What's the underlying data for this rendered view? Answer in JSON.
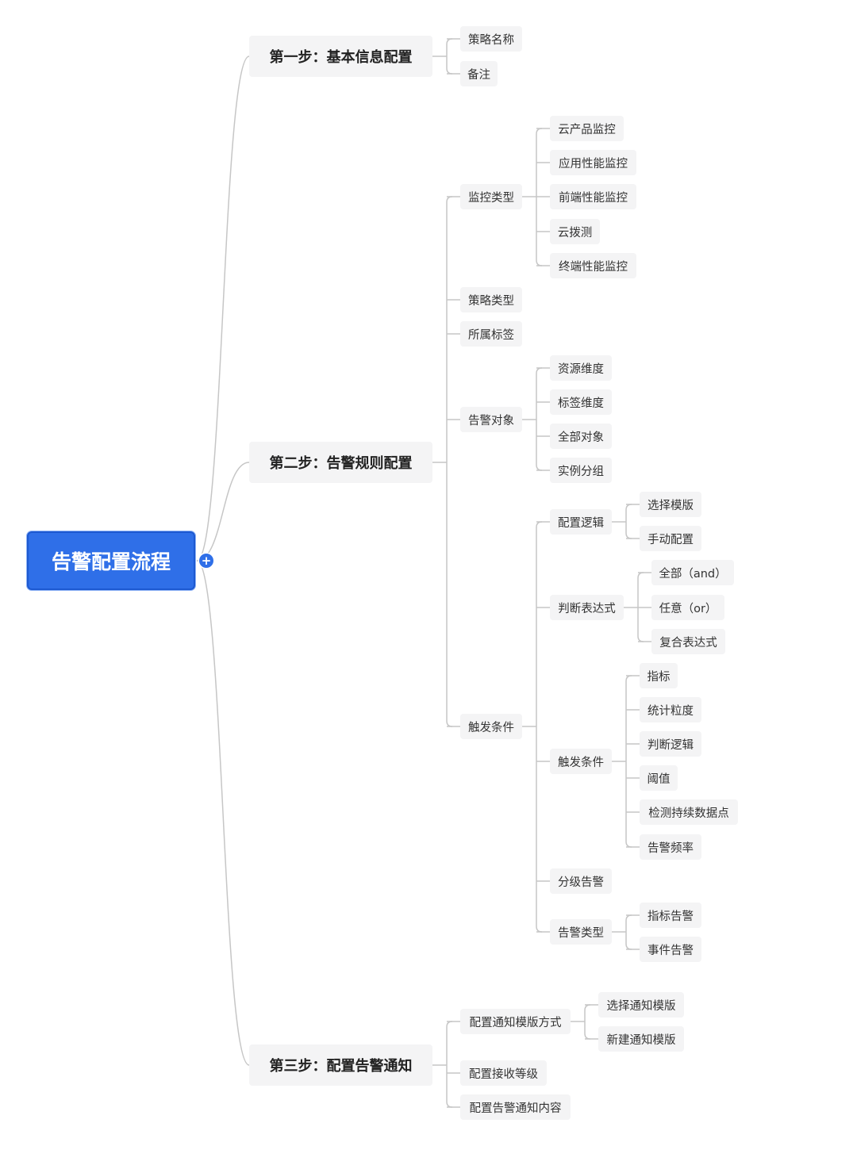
{
  "root": {
    "label": "告警配置流程"
  },
  "expand_icon": "+",
  "step1": {
    "label": "第一步：基本信息配置",
    "items": [
      "策略名称",
      "备注"
    ]
  },
  "step2": {
    "label": "第二步：告警规则配置",
    "monitor_type": {
      "label": "监控类型",
      "items": [
        "云产品监控",
        "应用性能监控",
        "前端性能监控",
        "云拨测",
        "终端性能监控"
      ]
    },
    "policy_type": "策略类型",
    "tags": "所属标签",
    "alert_object": {
      "label": "告警对象",
      "items": [
        "资源维度",
        "标签维度",
        "全部对象",
        "实例分组"
      ]
    },
    "trigger": {
      "label": "触发条件",
      "config_logic": {
        "label": "配置逻辑",
        "items": [
          "选择模版",
          "手动配置"
        ]
      },
      "expression": {
        "label": "判断表达式",
        "items": [
          "全部（and）",
          "任意（or）",
          "复合表达式"
        ]
      },
      "condition": {
        "label": "触发条件",
        "items": [
          "指标",
          "统计粒度",
          "判断逻辑",
          "阈值",
          "检测持续数据点",
          "告警频率"
        ]
      },
      "level_alert": "分级告警",
      "alert_type": {
        "label": "告警类型",
        "items": [
          "指标告警",
          "事件告警"
        ]
      }
    }
  },
  "step3": {
    "label": "第三步：配置告警通知",
    "template_method": {
      "label": "配置通知模版方式",
      "items": [
        "选择通知模版",
        "新建通知模版"
      ]
    },
    "receive_level": "配置接收等级",
    "notify_content": "配置告警通知内容"
  },
  "colors": {
    "root_bg": "#2f6fe8",
    "node_bg": "#f4f4f5",
    "line": "#c6c6c6"
  }
}
